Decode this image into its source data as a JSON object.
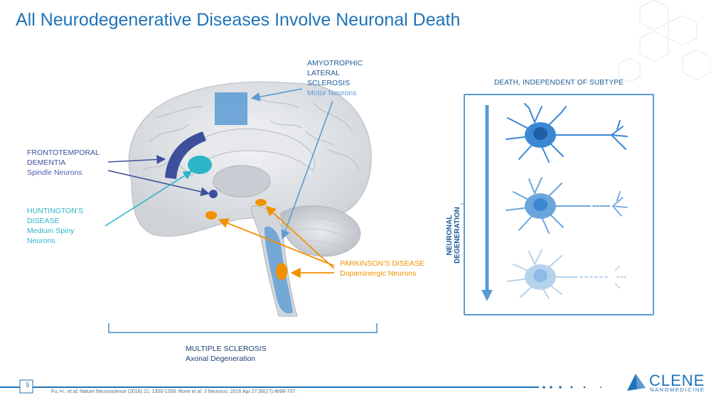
{
  "slide": {
    "title": "All Neurodegenerative Diseases Involve Neuronal Death",
    "page_number": "5",
    "citation": "Fu, H., et al; Nature Neuroscience (2018) 21: 1350-1358. Rone et al. J Neurosci. 2016 Apr 27;36(17):4698-707."
  },
  "labels": {
    "ftd": {
      "line1": "FRONTOTEMPORAL",
      "line2": "DEMENTIA",
      "sub": "Spindle Neurons"
    },
    "hd": {
      "line1": "HUNTINGTON’S",
      "line2": "DISEASE",
      "sub1": "Medium Spiny",
      "sub2": "Neurons"
    },
    "als": {
      "line1": "AMYOTROPHIC",
      "line2": "LATERAL",
      "line3": "SCLEROSIS",
      "sub": "Motor Neurons"
    },
    "pd": {
      "line1": "PARKINSON’S DISEASE",
      "sub": "Dopaminergic Neurons"
    },
    "ms": {
      "line1": "MULTIPLE SCLEROSIS",
      "sub": "Axonal Degeneration"
    }
  },
  "panel": {
    "title": "DEATH, INDEPENDENT OF SUBTYPE",
    "axis_label": "NEURONAL DEGENERATION"
  },
  "logo": {
    "name": "CLENE",
    "sub": "NANOMEDICINE"
  },
  "colors": {
    "title": "#1f73b7",
    "ftd": "#3d4f9b",
    "hd": "#2bb6c8",
    "als": "#5b9bd5",
    "pd": "#f29100",
    "ms": "#1c3f6e"
  }
}
